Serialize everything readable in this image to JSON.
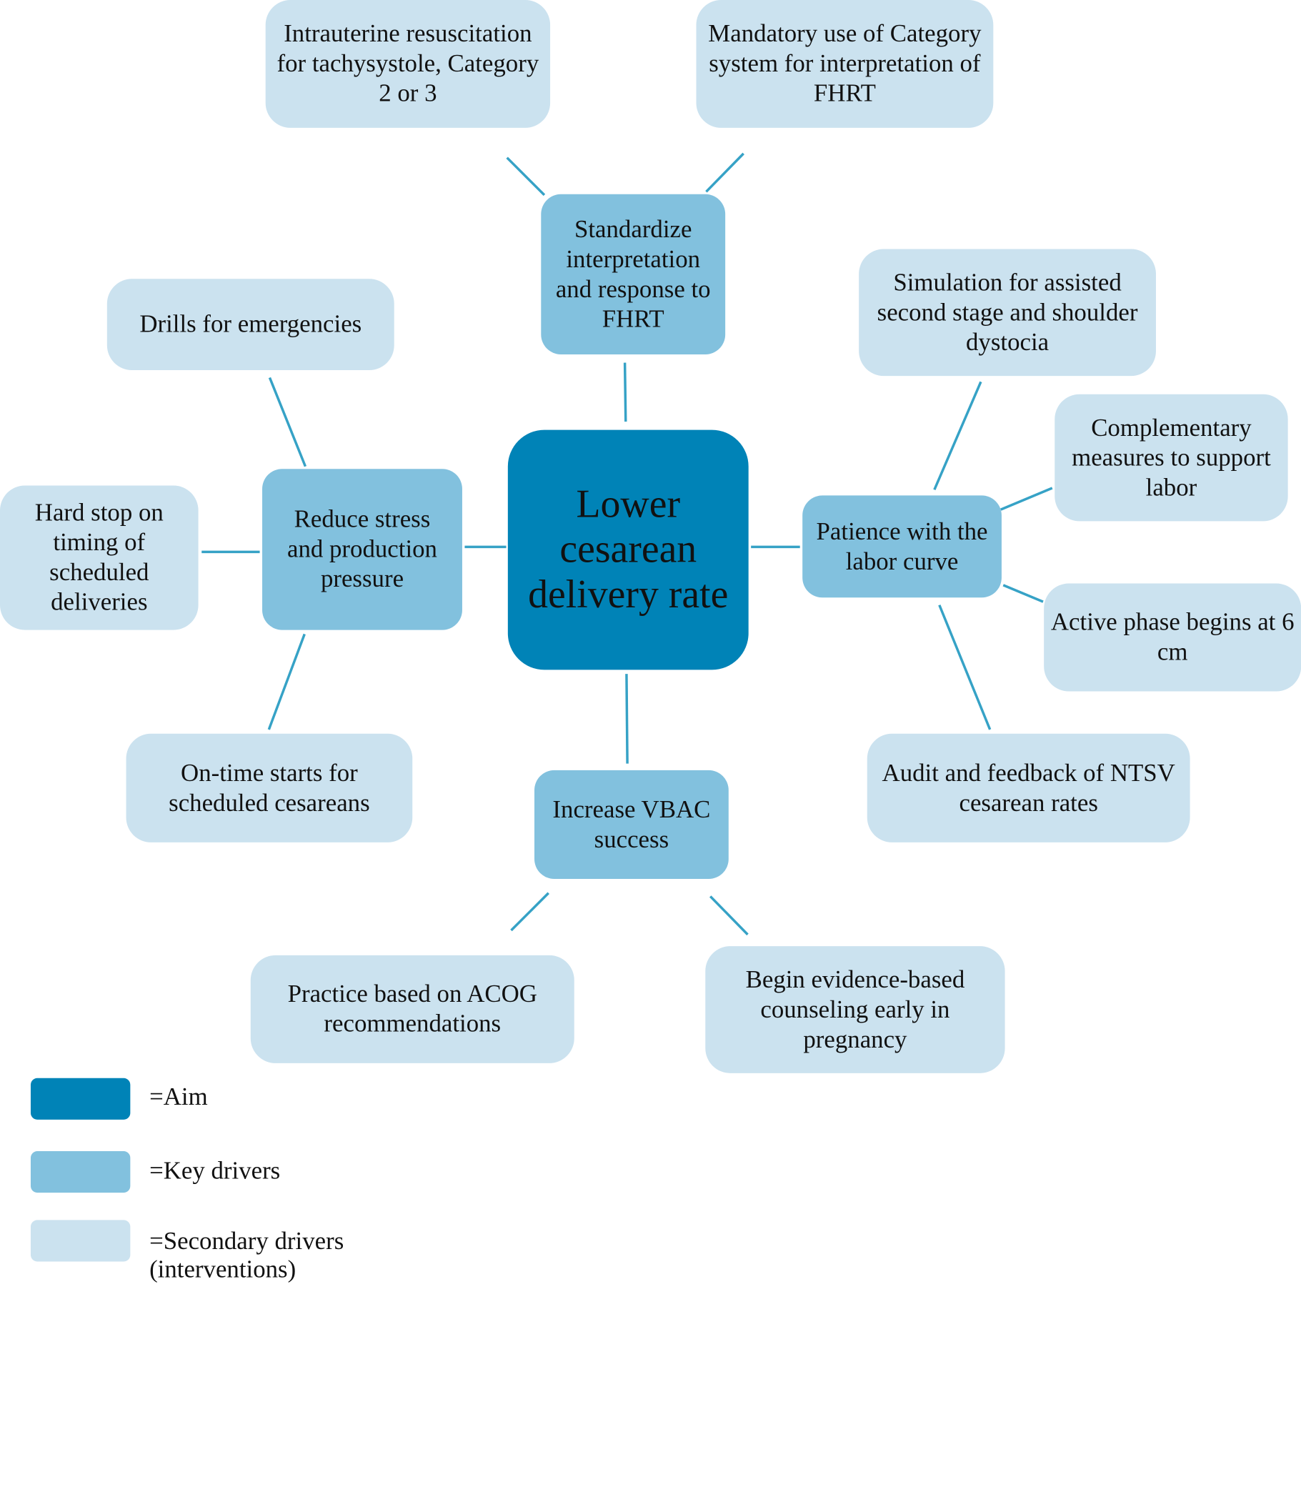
{
  "colors": {
    "aim": "#0083b7",
    "key_driver": "#82c1de",
    "secondary_driver": "#cbe2ef",
    "connector": "#36a2c6"
  },
  "aim": {
    "label": "Lower cesarean delivery rate"
  },
  "key_drivers": {
    "standardize": "Standardize interpretation and response to FHRT",
    "reduce_stress": "Reduce stress and production pressure",
    "patience": "Patience with the labor curve",
    "vbac": "Increase VBAC success"
  },
  "secondary_drivers": {
    "intrauterine": "Intrauterine resuscitation for tachysystole, Category 2 or 3",
    "mandatory_category": "Mandatory use of Category system for interpretation of FHRT",
    "drills": "Drills for emergencies",
    "hard_stop": "Hard stop on timing of scheduled deliveries",
    "on_time_starts": "On-time starts for scheduled cesareans",
    "simulation": "Simulation for assisted second stage and shoulder dystocia",
    "complementary": "Complementary measures to support labor",
    "active_phase": "Active phase begins at 6 cm",
    "audit": "Audit and feedback of NTSV cesarean rates",
    "acog": "Practice based on ACOG recommendations",
    "counseling": "Begin evidence-based counseling early in pregnancy"
  },
  "legend": {
    "aim": "=Aim",
    "key_drivers": "=Key drivers",
    "secondary_line1": "=Secondary drivers",
    "secondary_line2": "(interventions)"
  }
}
